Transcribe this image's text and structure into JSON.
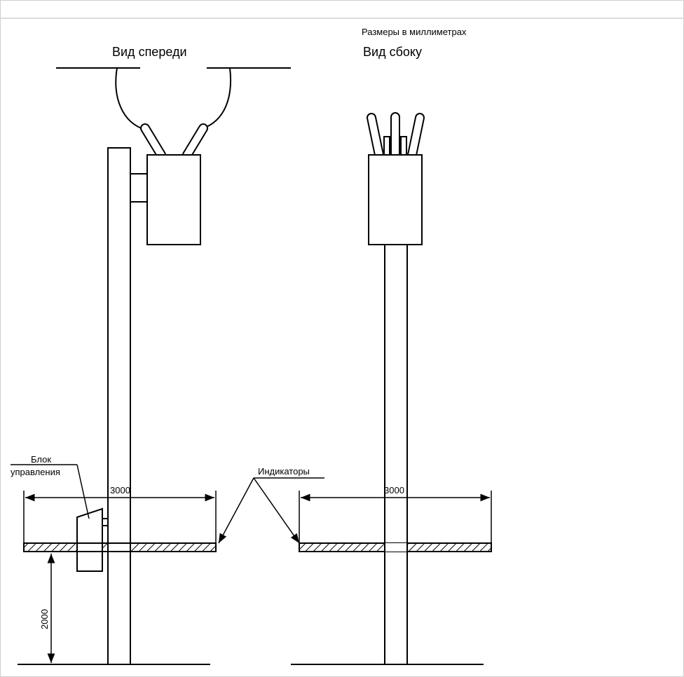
{
  "diagram": {
    "units_note": "Размеры в миллиметрах",
    "front_view_title": "Вид спереди",
    "side_view_title": "Вид сбоку",
    "control_unit_label_line1": "Блок",
    "control_unit_label_line2": "управления",
    "indicators_label": "Индикаторы",
    "front_width_dim": "3000",
    "side_width_dim": "3000",
    "height_dim": "2000"
  }
}
